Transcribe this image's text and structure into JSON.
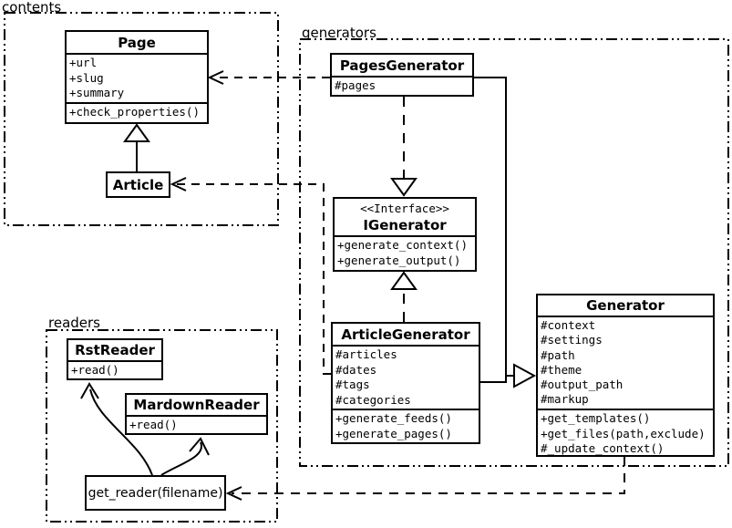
{
  "packages": {
    "contents": "contents",
    "generators": "generators",
    "readers": "readers"
  },
  "classes": {
    "page": {
      "name": "Page",
      "attrs": [
        "+url",
        "+slug",
        "+summary"
      ],
      "methods": [
        "+check_properties()"
      ]
    },
    "article": {
      "name": "Article"
    },
    "pages_generator": {
      "name": "PagesGenerator",
      "attrs": [
        "#pages"
      ]
    },
    "igenerator": {
      "stereotype": "<<Interface>>",
      "name": "IGenerator",
      "methods": [
        "+generate_context()",
        "+generate_output()"
      ]
    },
    "article_generator": {
      "name": "ArticleGenerator",
      "attrs": [
        "#articles",
        "#dates",
        "#tags",
        "#categories"
      ],
      "methods": [
        "+generate_feeds()",
        "+generate_pages()"
      ]
    },
    "generator": {
      "name": "Generator",
      "attrs": [
        "#context",
        "#settings",
        "#path",
        "#theme",
        "#output_path",
        "#markup"
      ],
      "methods": [
        "+get_templates()",
        "+get_files(path,exclude)",
        "#_update_context()"
      ]
    },
    "rst_reader": {
      "name": "RstReader",
      "methods": [
        "+read()"
      ]
    },
    "mardown_reader": {
      "name": "MardownReader",
      "methods": [
        "+read()"
      ]
    },
    "get_reader": {
      "name": "get_reader(filename)"
    }
  },
  "relationships": [
    {
      "from": "Article",
      "to": "Page",
      "type": "inheritance"
    },
    {
      "from": "PagesGenerator",
      "to": "Page",
      "type": "dependency"
    },
    {
      "from": "ArticleGenerator",
      "to": "Article",
      "type": "dependency"
    },
    {
      "from": "PagesGenerator",
      "to": "IGenerator",
      "type": "realization"
    },
    {
      "from": "ArticleGenerator",
      "to": "IGenerator",
      "type": "realization"
    },
    {
      "from": "PagesGenerator",
      "to": "Generator",
      "type": "inheritance"
    },
    {
      "from": "ArticleGenerator",
      "to": "Generator",
      "type": "inheritance"
    },
    {
      "from": "Generator",
      "to": "get_reader(filename)",
      "type": "dependency"
    },
    {
      "from": "get_reader(filename)",
      "to": "RstReader",
      "type": "association"
    },
    {
      "from": "get_reader(filename)",
      "to": "MardownReader",
      "type": "association"
    }
  ],
  "colors": {
    "line": "#000000",
    "background": "#ffffff",
    "box_fill": "#ffffff"
  }
}
